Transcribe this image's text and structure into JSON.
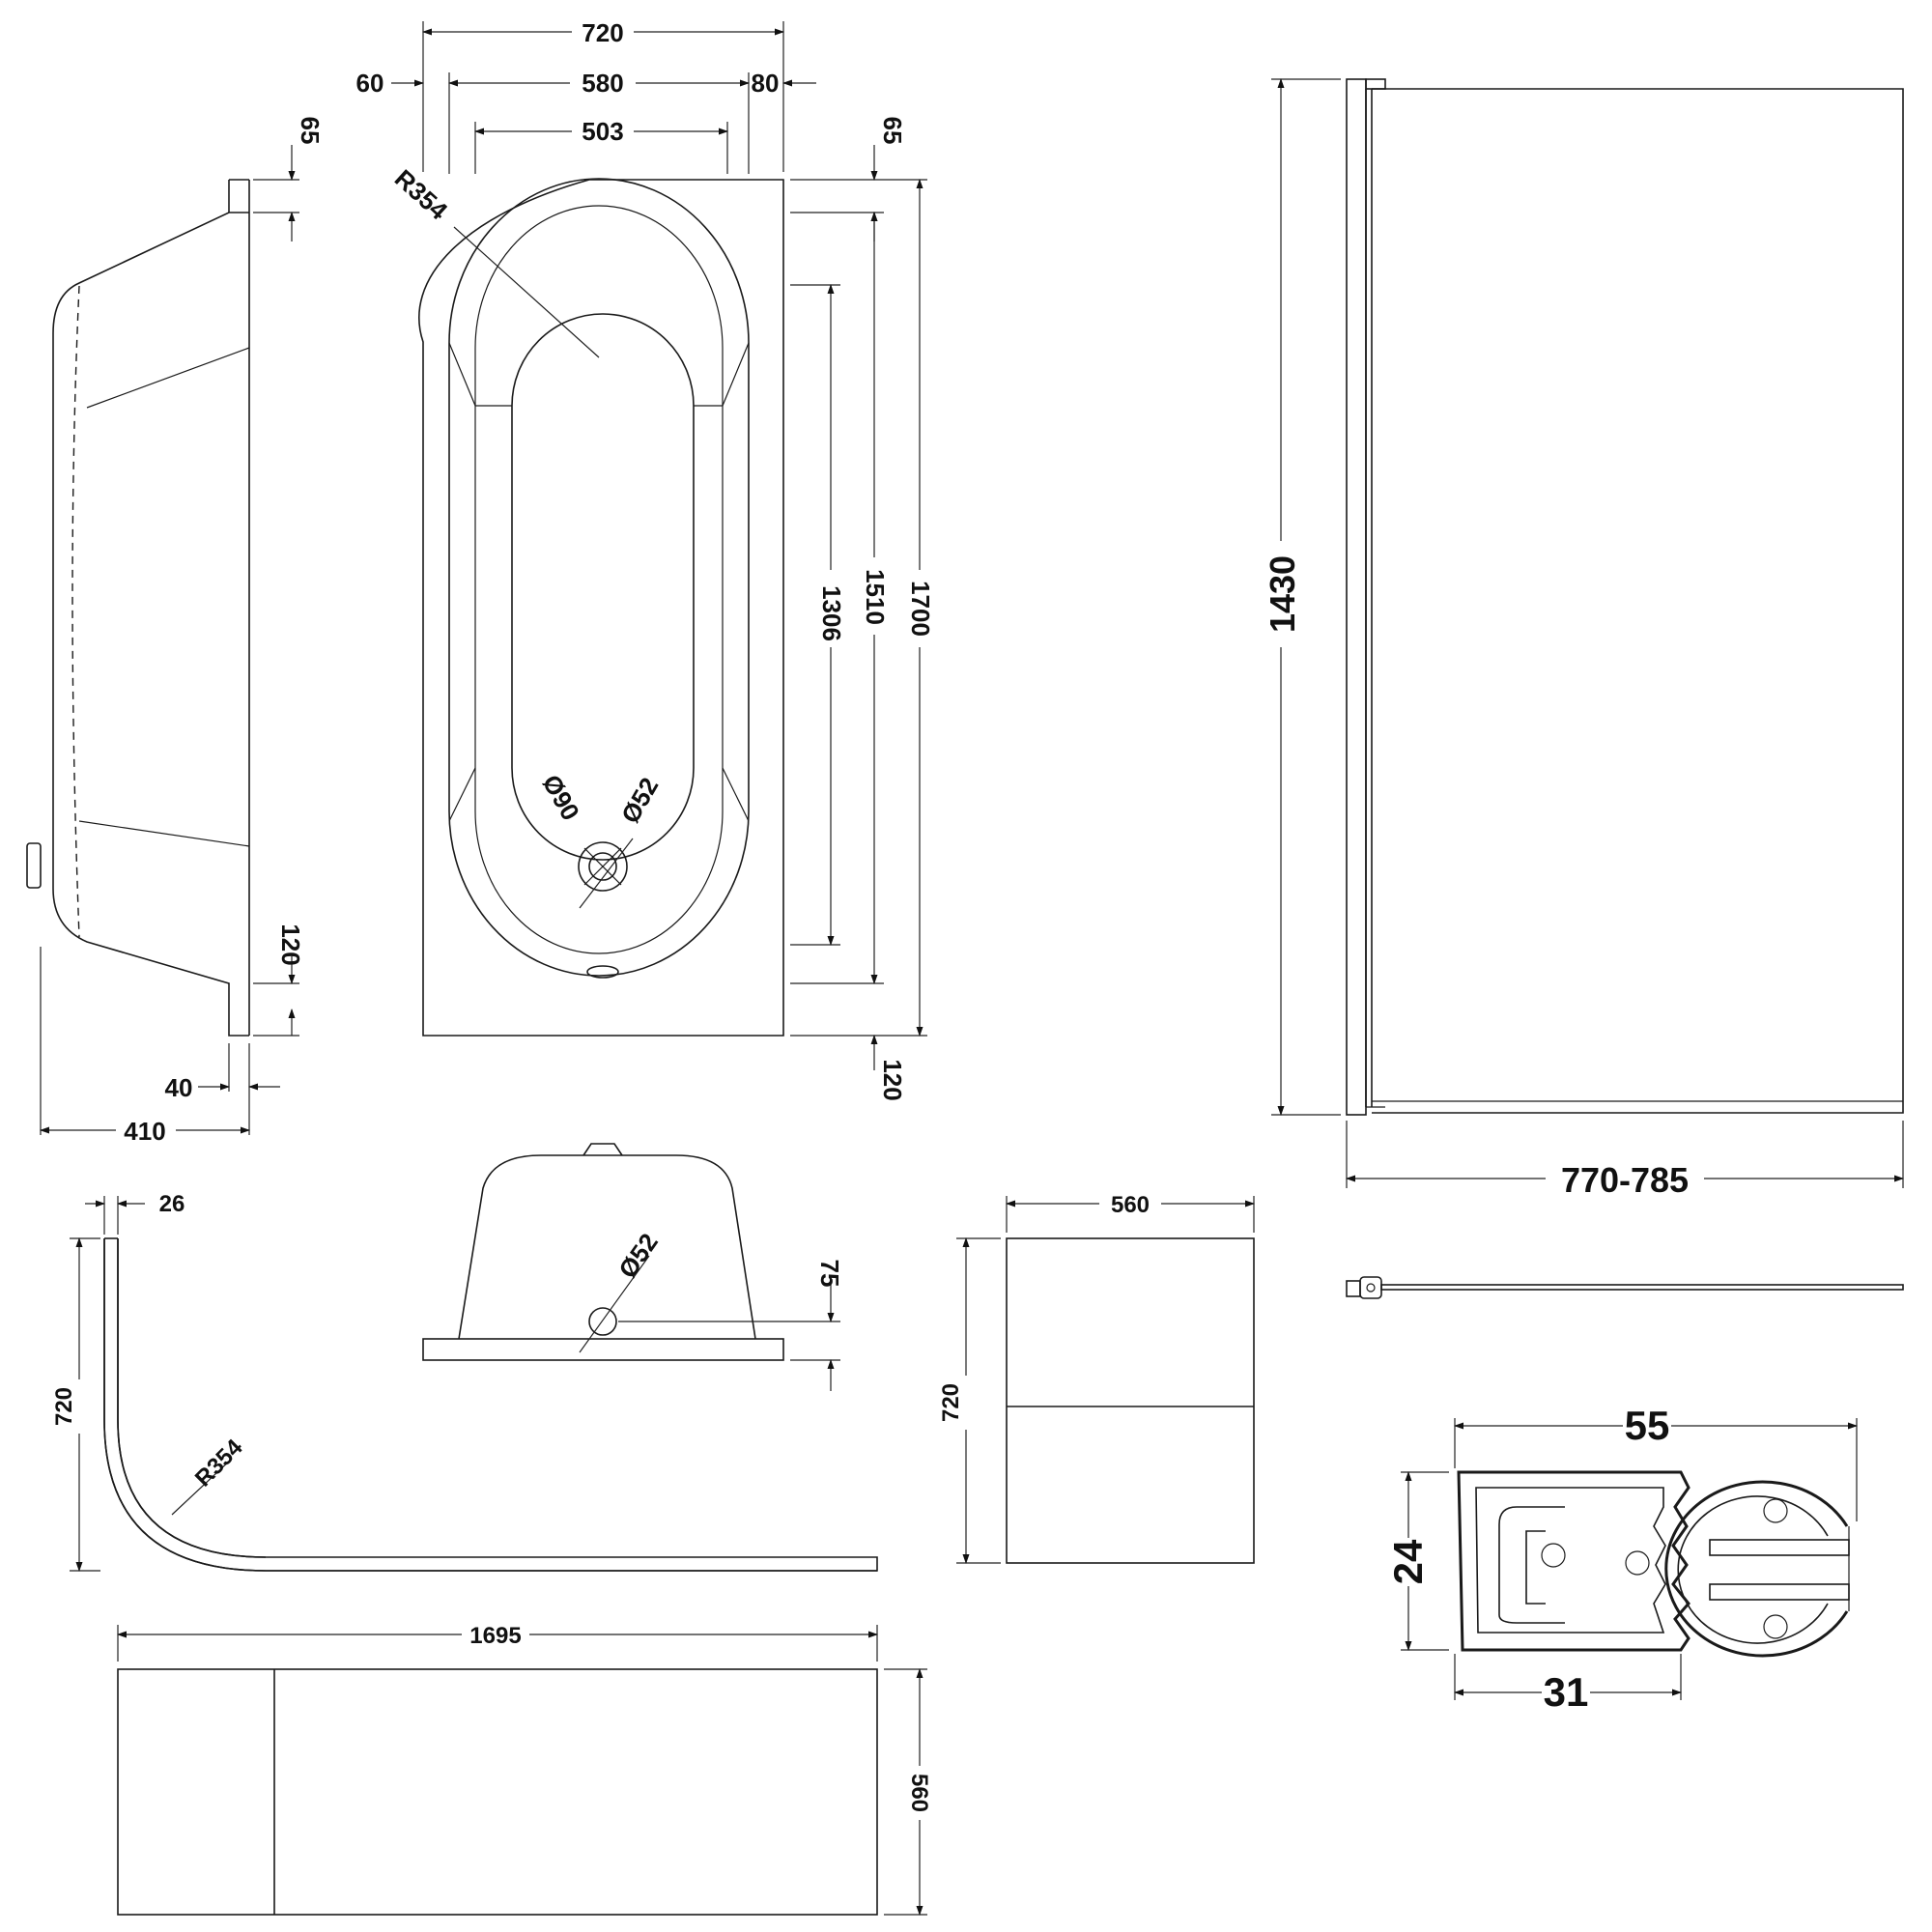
{
  "top_view": {
    "width_overall": "720",
    "left_margin": "60",
    "inner_width": "580",
    "right_margin": "80",
    "basin_width": "503",
    "radius": "R354",
    "waste_outer": "Ø90",
    "waste_inner": "Ø52",
    "top_offset": "65",
    "inner_length": "1306",
    "mid_length": "1510",
    "overall_length": "1700",
    "bottom_offset": "120"
  },
  "side_view": {
    "top_step": "65",
    "bottom_step": "120",
    "foot": "40",
    "depth": "410"
  },
  "front_view": {
    "waste": "Ø52",
    "height": "75"
  },
  "end_panel": {
    "thickness": "26",
    "height": "720",
    "radius": "R354"
  },
  "panel_front": {
    "length": "1695",
    "height": "560"
  },
  "end_panel_front": {
    "width": "560",
    "height": "720"
  },
  "screen": {
    "height": "1430",
    "width": "770-785"
  },
  "profile": {
    "width": "55",
    "height": "24",
    "inner_width": "31"
  }
}
